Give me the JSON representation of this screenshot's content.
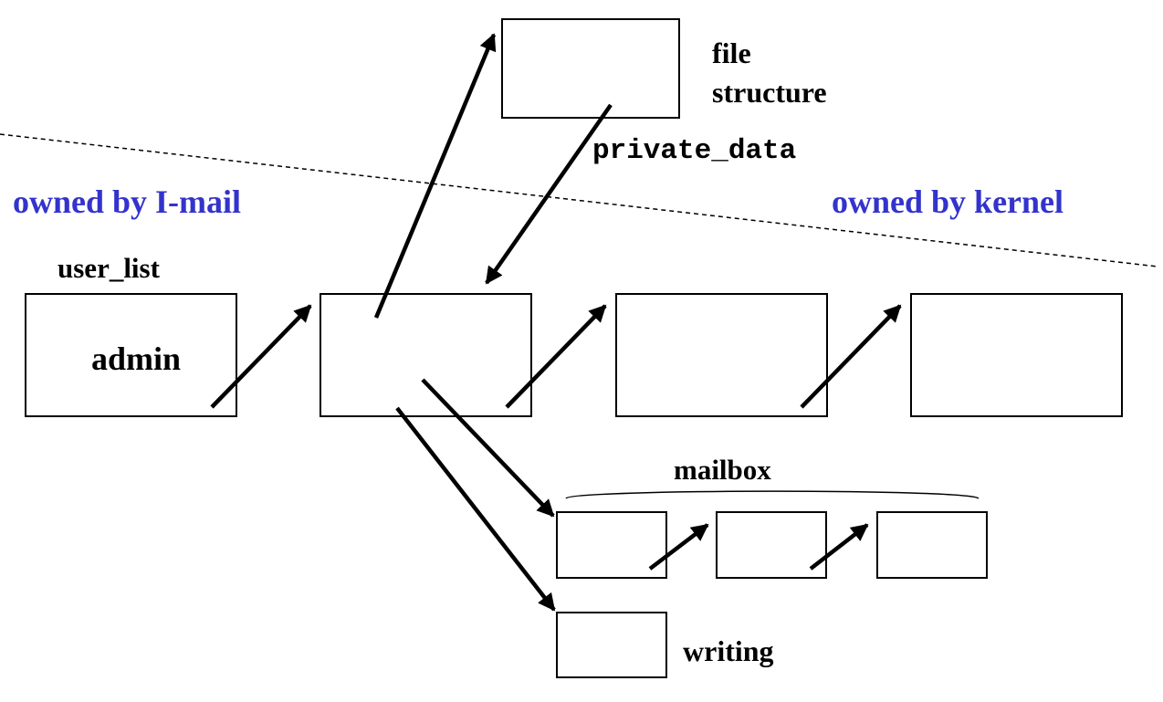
{
  "labels": {
    "file_structure_line1": "file",
    "file_structure_line2": "structure",
    "private_data": "private_data",
    "owned_by_imail": "owned by I-mail",
    "owned_by_kernel": "owned by kernel",
    "user_list": "user_list",
    "admin": "admin",
    "mailbox": "mailbox",
    "writing": "writing"
  },
  "colors": {
    "region_label": "#3333cc",
    "stroke": "#000000",
    "background": "#ffffff"
  }
}
